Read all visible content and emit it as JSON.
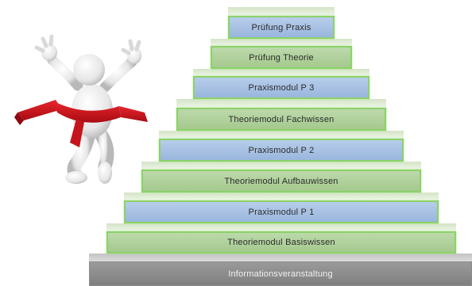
{
  "steps": [
    {
      "label": "Prüfung Praxis",
      "color": "#a8c1e4"
    },
    {
      "label": "Prüfung Theorie",
      "color": "#b3d3a0"
    },
    {
      "label": "Praxismodul P 3",
      "color": "#a8c1e4"
    },
    {
      "label": "Theoriemodul Fachwissen",
      "color": "#b3d3a0"
    },
    {
      "label": "Praxismodul P 2",
      "color": "#a8c1e4"
    },
    {
      "label": "Theoriemodul Aufbauwissen",
      "color": "#b3d3a0"
    },
    {
      "label": "Praxismodul P 1",
      "color": "#a8c1e4"
    },
    {
      "label": "Theoriemodul Basiswissen",
      "color": "#b3d3a0"
    },
    {
      "label": "Informationsveranstaltung",
      "color": "#8c8c8c"
    }
  ],
  "figure": {
    "icon": "runner-finish-line-icon",
    "ribbon_color": "#d4141d"
  }
}
